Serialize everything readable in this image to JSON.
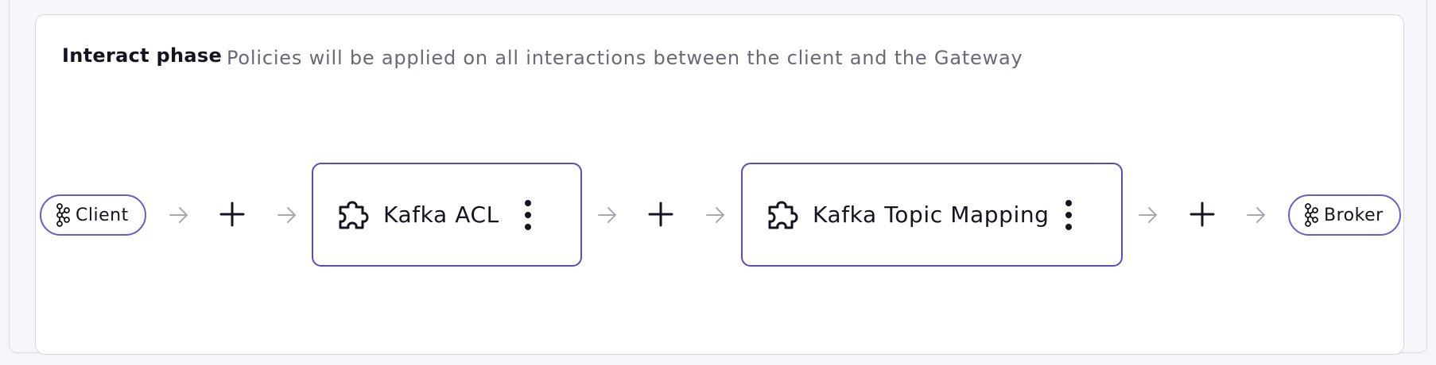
{
  "phase": {
    "title": "Interact phase",
    "description": "Policies will be applied on all interactions between the client and the Gateway"
  },
  "flow": {
    "start_endpoint": {
      "label": "Client",
      "icon": "kafka-icon"
    },
    "end_endpoint": {
      "label": "Broker",
      "icon": "kafka-icon"
    },
    "policies": [
      {
        "name": "Kafka ACL",
        "icon": "puzzle-piece-icon",
        "menu_icon": "more-vertical-icon"
      },
      {
        "name": "Kafka Topic Mapping",
        "icon": "puzzle-piece-icon",
        "menu_icon": "more-vertical-icon"
      }
    ],
    "add_icon": "plus-icon",
    "arrow_icon": "arrow-right-icon"
  },
  "colors": {
    "accent_border": "#5b4bbd",
    "text_primary": "#14131f",
    "text_secondary": "#686877",
    "arrow": "#a8a8b3"
  }
}
